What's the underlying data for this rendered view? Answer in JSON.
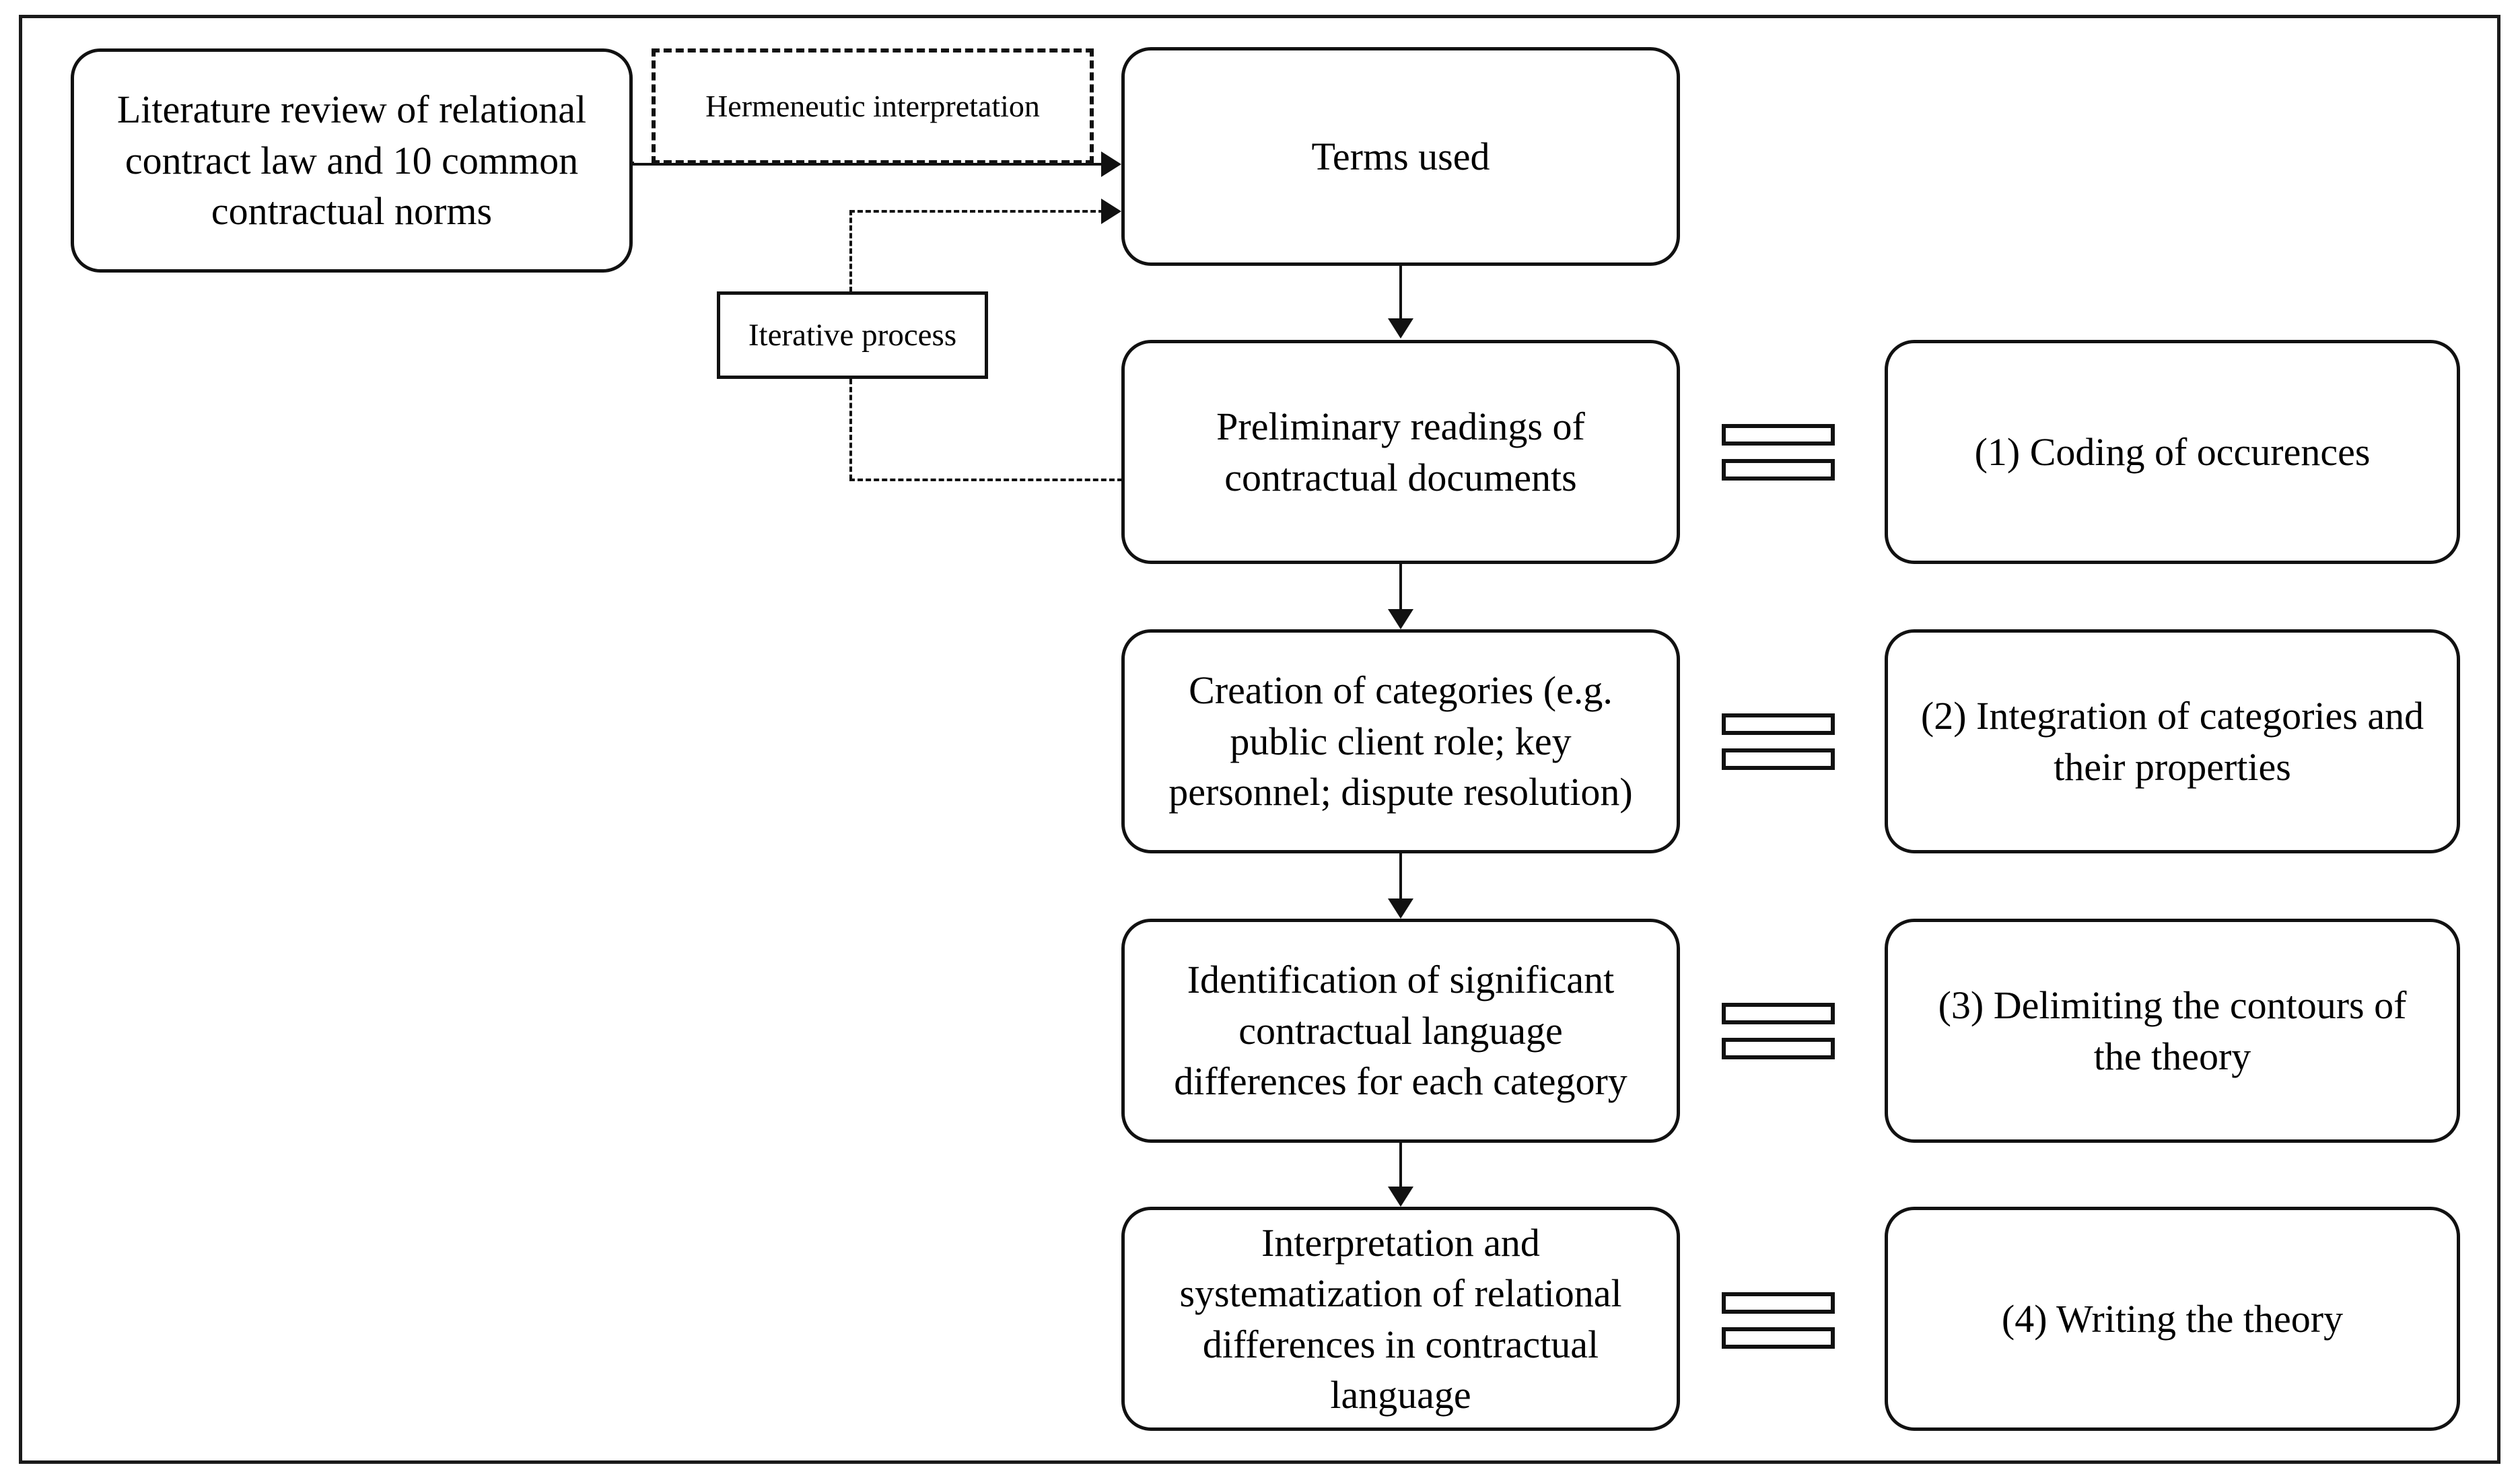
{
  "figure": {
    "type": "flowchart",
    "orientation": "vertical-with-side-column"
  },
  "left_column": {
    "literature_box": "Literature review of relational contract law and 10 common contractual norms"
  },
  "annotations": {
    "hermeneutic_note": "Hermeneutic interpretation",
    "iterative_note": "Iterative process"
  },
  "center_column": {
    "steps": [
      {
        "id": "terms-used",
        "label": "Terms used"
      },
      {
        "id": "preliminary-readings",
        "label": "Preliminary readings of contractual documents"
      },
      {
        "id": "creation-of-categories",
        "label": "Creation of categories (e.g. public client role; key personnel; dispute resolution)"
      },
      {
        "id": "identification-of-differences",
        "label": "Identification of significant contractual language differences for each category"
      },
      {
        "id": "interpretation-systematization",
        "label": "Interpretation and systematization of relational differences in contractual language"
      }
    ]
  },
  "right_column": {
    "stages": [
      {
        "id": "coding",
        "label": "(1) Coding of occurences"
      },
      {
        "id": "integration",
        "label": "(2) Integration of categories and their properties"
      },
      {
        "id": "delimiting",
        "label": "(3) Delimiting the contours of the theory"
      },
      {
        "id": "writing",
        "label": "(4) Writing the theory"
      }
    ]
  },
  "colors": {
    "stroke": "#111111",
    "background": "#ffffff",
    "frame": "#1a1a1a"
  }
}
